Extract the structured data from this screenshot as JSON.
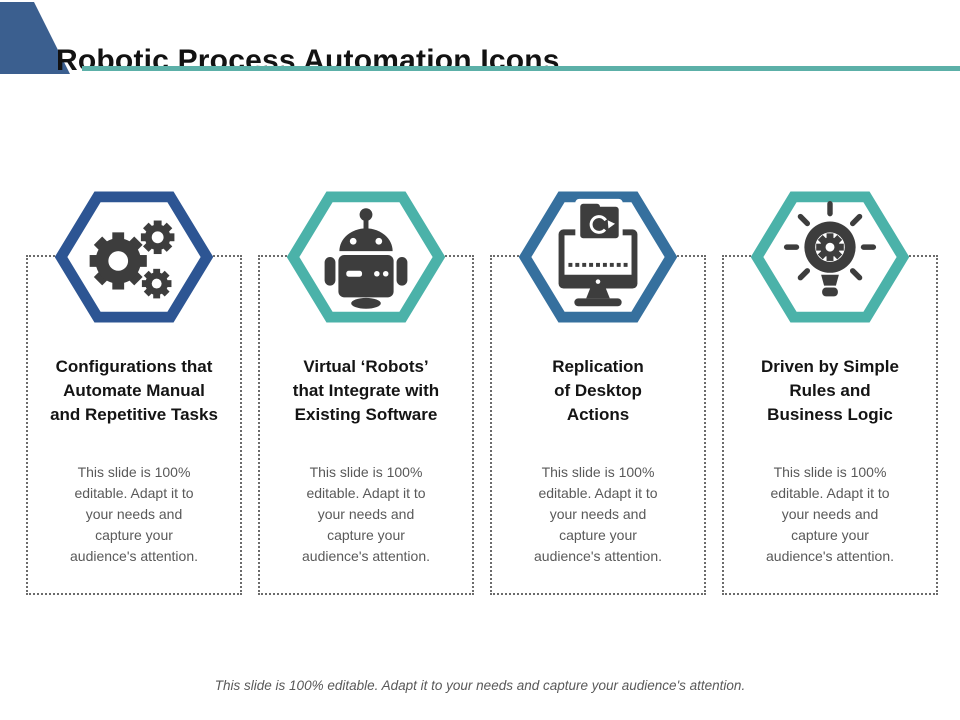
{
  "slide": {
    "title": "Robotic Process Automation Icons",
    "footer": "This slide is 100% editable. Adapt it to your needs and capture your audience's attention."
  },
  "colors": {
    "triangle": "#3b5f8f",
    "accent_line": "#5cb0a8",
    "navy": "#2d5593",
    "teal": "#4bb2a9",
    "steel_blue": "#36709e",
    "icon_glyph": "#3d3d3d",
    "heading_text": "#141414",
    "body_text": "#595959",
    "dotted_border": "#6b6b6b"
  },
  "cards": [
    {
      "icon": "gears-icon",
      "hex_color": "#2d5593",
      "heading": "Configurations that\nAutomate Manual\nand Repetitive Tasks",
      "body": "This slide is 100%\neditable. Adapt it to\nyour needs and\ncapture your\naudience's attention."
    },
    {
      "icon": "robot-icon",
      "hex_color": "#4bb2a9",
      "heading": "Virtual ‘Robots’\nthat Integrate with\nExisting Software",
      "body": "This slide is 100%\neditable. Adapt it to\nyour needs and\ncapture your\naudience's attention."
    },
    {
      "icon": "desktop-replication-icon",
      "hex_color": "#36709e",
      "heading": "Replication\nof Desktop\nActions",
      "body": "This slide is 100%\neditable. Adapt it to\nyour needs and\ncapture your\naudience's attention."
    },
    {
      "icon": "idea-rules-icon",
      "hex_color": "#4bb2a9",
      "heading": "Driven by Simple\nRules and\nBusiness Logic",
      "body": "This slide is 100%\neditable. Adapt it to\nyour needs and\ncapture your\naudience's attention."
    }
  ]
}
